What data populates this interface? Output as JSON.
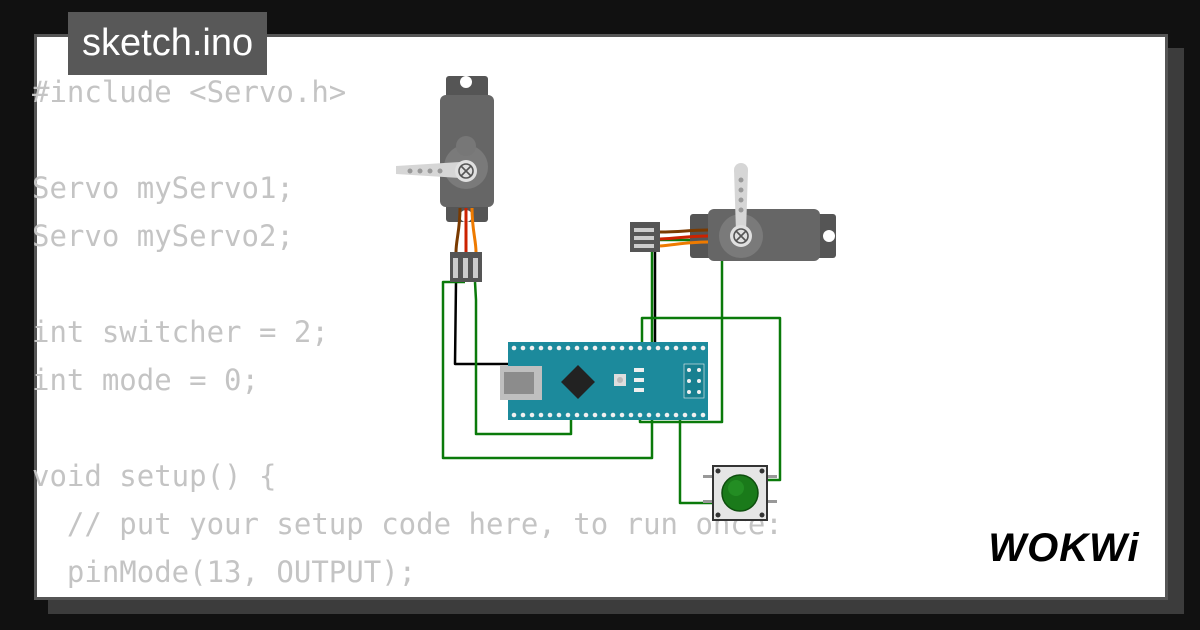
{
  "file_tab": {
    "title": "sketch.ino"
  },
  "code_lines": [
    "#include <Servo.h>",
    "",
    "Servo myServo1;",
    "Servo myServo2;",
    "",
    "int switcher = 2;",
    "int mode = 0;",
    "",
    "void setup() {",
    "  // put your setup code here, to run once:",
    "  pinMode(13, OUTPUT);"
  ],
  "brand": {
    "logo_text": "WOKWi"
  },
  "colors": {
    "background": "#111111",
    "card": "#ffffff",
    "code_text": "#c4c4c4",
    "tab": "#585858",
    "wire_green": "#0a7a0a",
    "wire_orange": "#ee7a00",
    "wire_red": "#cc2200",
    "wire_brown": "#7a3a00",
    "board": "#1c8a9c",
    "servo_body": "#666666",
    "button_cap": "#1a7a1a"
  },
  "components": {
    "servo_1": {
      "icon": "servo-icon"
    },
    "servo_2": {
      "icon": "servo-icon"
    },
    "board": {
      "icon": "arduino-nano-icon"
    },
    "button": {
      "icon": "pushbutton-icon"
    }
  }
}
